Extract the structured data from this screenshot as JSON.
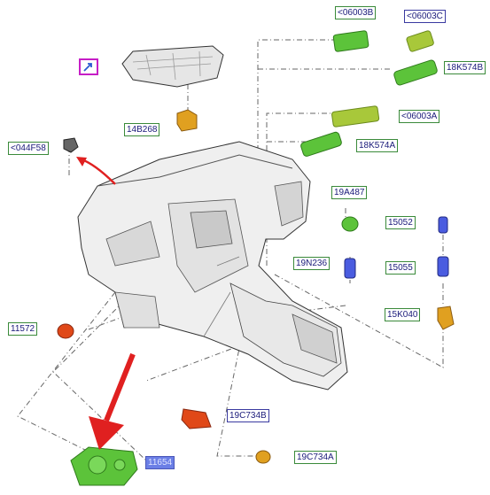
{
  "labels": {
    "l_06003B": "<06003B",
    "l_06003C": "<06003C",
    "l_18K574B": "18K574B",
    "l_14B268": "14B268",
    "l_06003A": "<06003A",
    "l_044F58": "<044F58",
    "l_18K574A": "18K574A",
    "l_19A487": "19A487",
    "l_15052": "15052",
    "l_19N236": "19N236",
    "l_15055": "15055",
    "l_11572": "11572",
    "l_15K040": "15K040",
    "l_19C734B": "19C734B",
    "l_11654": "11654",
    "l_19C734A": "19C734A"
  },
  "icons": [
    "link-arrow-icon"
  ],
  "colors": {
    "green_part": "#5cc33a",
    "yellow_green_part": "#a8c83a",
    "orange_part": "#e0a020",
    "red_part": "#e04818",
    "blue_part": "#4a5ce0",
    "arrow_red": "#e02020",
    "label_blue": "#1a1a7a",
    "highlight_label": "#6b7fe6",
    "magenta_box": "#c61ec6"
  }
}
